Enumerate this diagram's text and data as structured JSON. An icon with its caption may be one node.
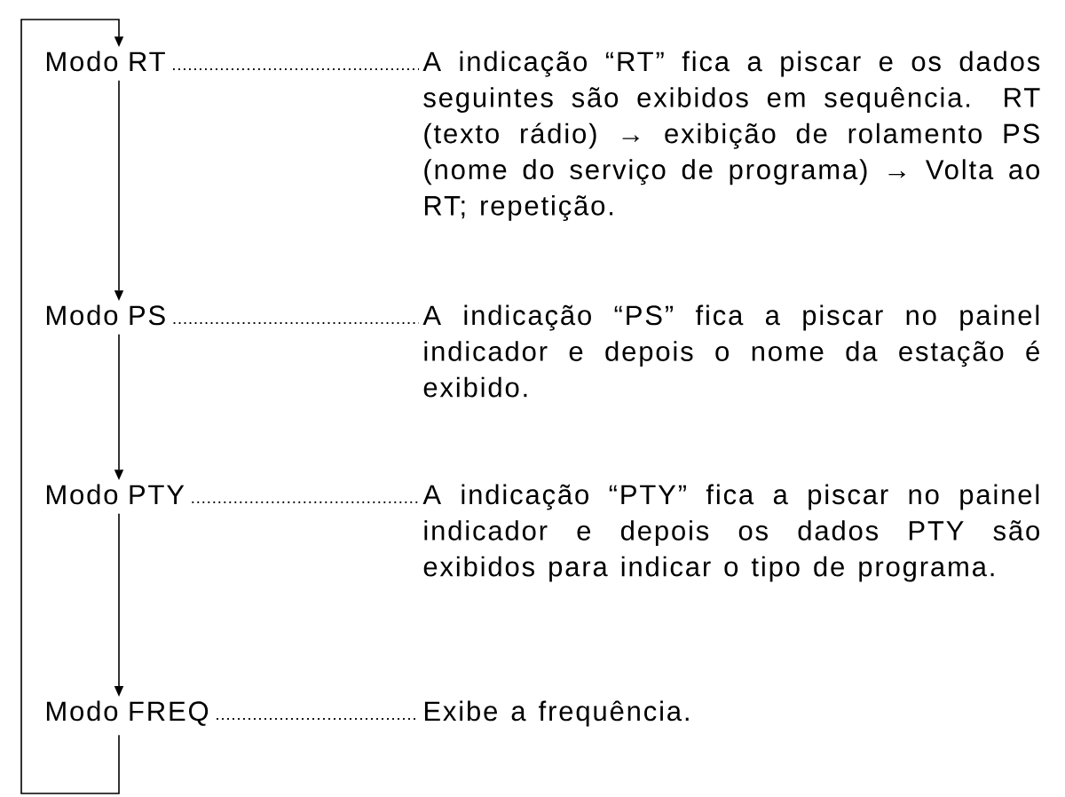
{
  "diagram": {
    "nodes": [
      {
        "text": [
          "Modo RT"
        ]
      },
      {
        "text": [
          "A indicação “RT” fica a piscar e os dados seguintes são exibidos em sequência. RT (texto rádio) → exibição de rolamento PS (nome do serviço de programa) → Volta ao RT; repetição."
        ]
      },
      {
        "text": [
          "Modo PS"
        ]
      },
      {
        "text": [
          "A indicação “PS” fica a piscar no painel indicador e depois o nome da estação é exibido."
        ]
      },
      {
        "text": [
          "Modo PTY"
        ]
      },
      {
        "text": [
          "A indicação “PTY” fica a piscar no painel indicador e depois os dados PTY são exibidos para indicar o tipo de programa."
        ]
      },
      {
        "text": [
          "Modo FREQ"
        ]
      },
      {
        "text": [
          "Exibe a frequência."
        ]
      }
    ],
    "edges": [
      {
        "from": 0,
        "to": 1,
        "arrow": "none",
        "style": "dashed"
      },
      {
        "from": 2,
        "to": 3,
        "arrow": "none",
        "style": "dashed"
      },
      {
        "from": 4,
        "to": 5,
        "arrow": "none",
        "style": "dashed"
      },
      {
        "from": 6,
        "to": 7,
        "arrow": "none",
        "style": "dashed"
      },
      {
        "from": 0,
        "to": 2,
        "arrow": "to"
      },
      {
        "from": 2,
        "to": 4,
        "arrow": "to"
      },
      {
        "from": 4,
        "to": 6,
        "arrow": "to"
      },
      {
        "from": 6,
        "to": 0,
        "arrow": "to"
      }
    ]
  }
}
